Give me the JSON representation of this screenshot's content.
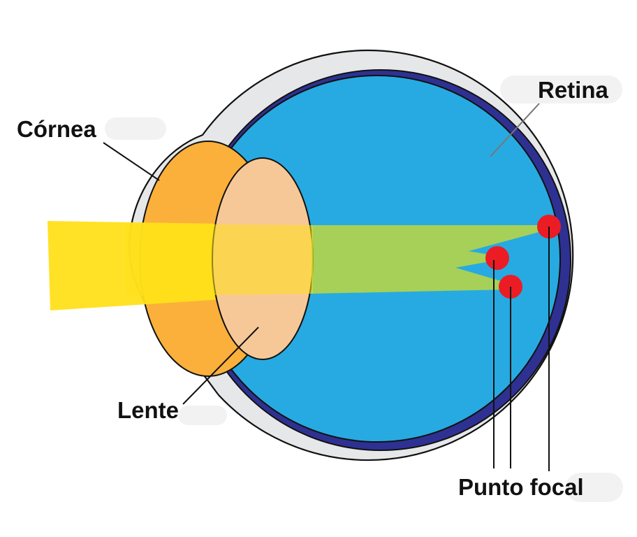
{
  "labels": {
    "cornea": "Córnea",
    "retina": "Retina",
    "lens": "Lente",
    "focal_point": "Punto focal"
  },
  "colors": {
    "background": "#ffffff",
    "sclera": "#e6e7e8",
    "choroid": "#2e3192",
    "vitreous": "#27aae1",
    "cornea": "#fbb03b",
    "lens": "#f7c897",
    "light_beam": "#ffe01a",
    "refracted_rays": "#d7df23",
    "focal_points": "#ec1c24",
    "lines": "#111111"
  },
  "icons": [
    "eye-diagram",
    "light-beam",
    "focal-point-dot"
  ]
}
